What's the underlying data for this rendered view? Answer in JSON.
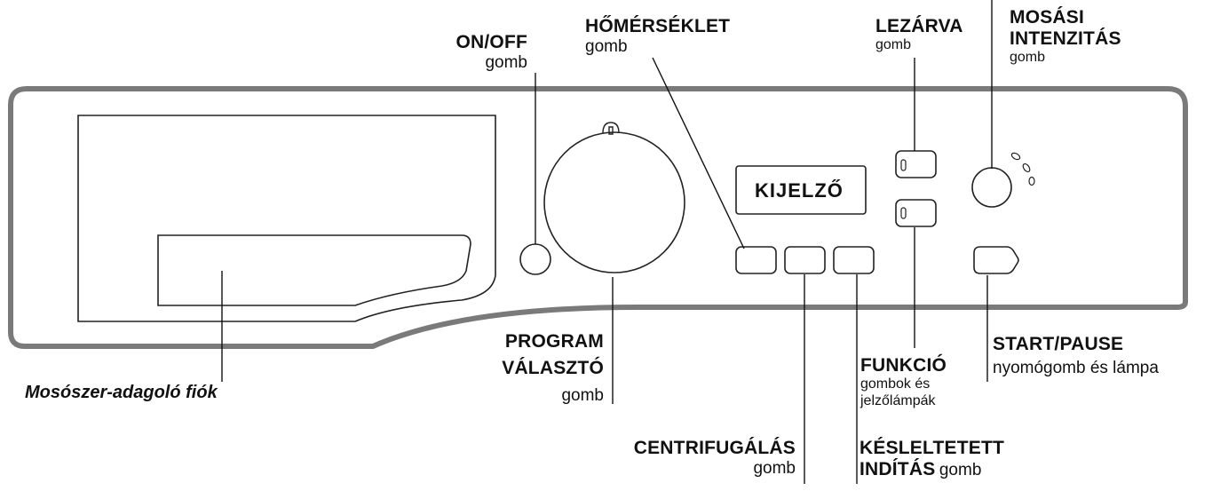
{
  "display": {
    "text": "KIJELZŐ"
  },
  "labels": {
    "onoff": {
      "title": "ON/OFF",
      "sub": "gomb"
    },
    "temperature": {
      "title": "HŐMÉRSÉKLET",
      "sub": "gomb"
    },
    "locked": {
      "title": "LEZÁRVA",
      "sub": "gomb"
    },
    "intensity": {
      "title1": "MOSÁSI",
      "title2": "INTENZITÁS",
      "sub": "gomb"
    },
    "program": {
      "title1": "PROGRAM",
      "title2": "VÁLASZTÓ",
      "sub": "gomb"
    },
    "function": {
      "title": "FUNKCIÓ",
      "sub1": "gombok és",
      "sub2": "jelzőlámpák"
    },
    "startpause": {
      "title": "START/PAUSE",
      "sub": "nyomógomb és lámpa"
    },
    "detergent": {
      "title": "Mosószer-adagoló fiók"
    },
    "spin": {
      "title": "CENTRIFUGÁLÁS",
      "sub": "gomb"
    },
    "delay": {
      "title1": "KÉSLELTETETT",
      "title2": "INDÍTÁS",
      "sub": "gomb"
    }
  }
}
